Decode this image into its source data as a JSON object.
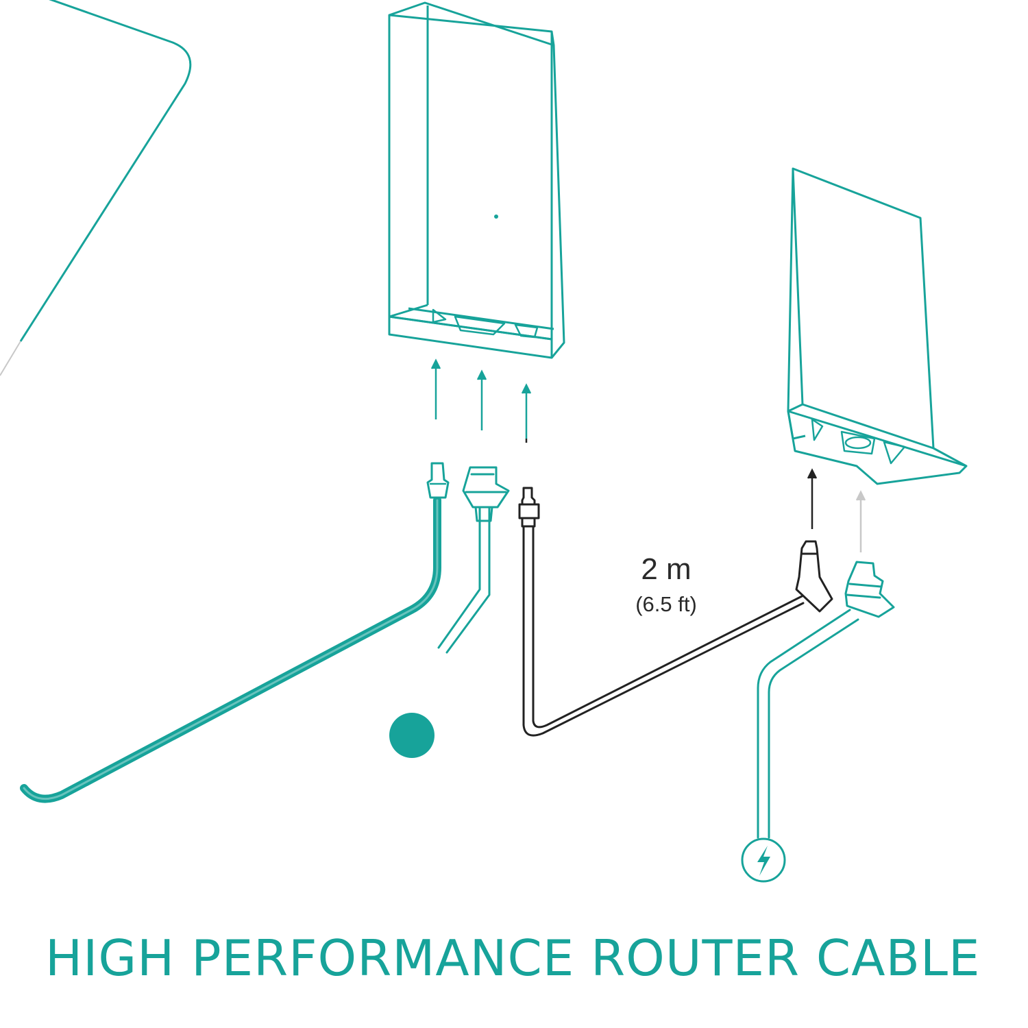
{
  "headline": "HIGH PERFORMANCE ROUTER CABLE",
  "cable_length": {
    "metric": "2 m",
    "imperial": "(6.5 ft)"
  },
  "colors": {
    "accent": "#17a39a",
    "cable_dark": "#222222",
    "arrow_light": "#c8c8c8",
    "background": "#ffffff"
  },
  "icons": {
    "power": "lightning-bolt-icon",
    "device": "router-icon"
  }
}
